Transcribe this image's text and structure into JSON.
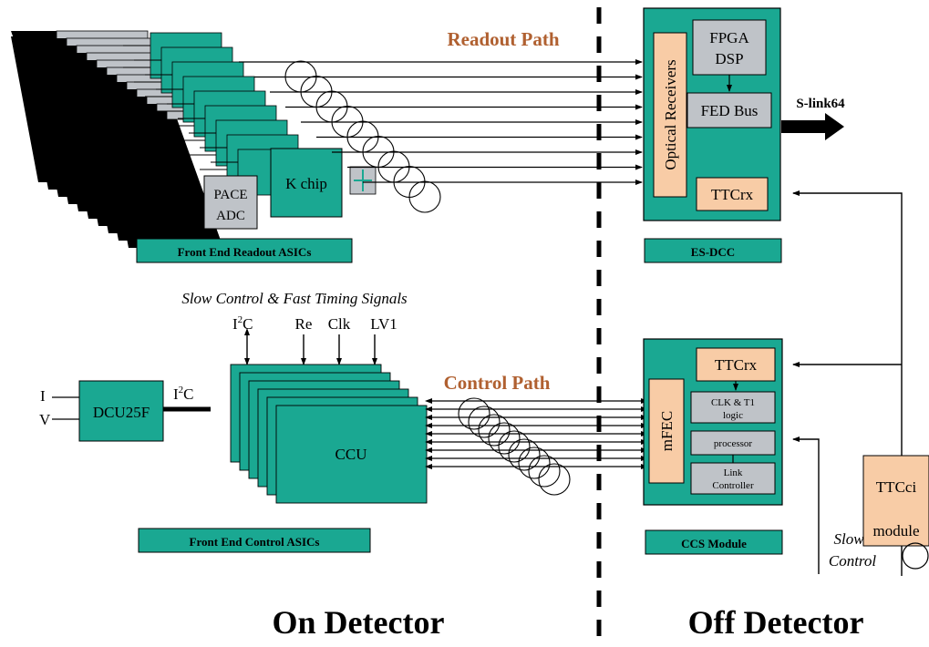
{
  "colors": {
    "teal": "#1aa892",
    "peach": "#f8cca6",
    "gray": "#bfc3c8",
    "brown": "#b06030",
    "black": "#000000"
  },
  "top": {
    "readout_path": "Readout Path",
    "pace": "PACE",
    "adc": "ADC",
    "kchip": "K chip",
    "front_end_readout_label": "Front End Readout ASICs"
  },
  "esdcc": {
    "optical_receivers": "Optical Receivers",
    "fpga": "FPGA",
    "dsp": "DSP",
    "fed_bus": "FED Bus",
    "ttcrx": "TTCrx",
    "slink": "S-link64",
    "label": "ES-DCC"
  },
  "control": {
    "slow_control_fast_timing": "Slow Control & Fast Timing Signals",
    "signals": {
      "i2c_i": "I",
      "i2c_2": "2",
      "i2c_c": "C",
      "re": "Re",
      "clk": "Clk",
      "lv1": "LV1"
    },
    "control_path": "Control Path",
    "ccu": "CCU",
    "dcu": "DCU25F",
    "dcu_i": "I",
    "dcu_v": "V",
    "dcu_out_i": "I",
    "dcu_out_2": "2",
    "dcu_out_c": "C",
    "front_end_control_label": "Front End Control ASICs"
  },
  "ccs": {
    "ttcrx": "TTCrx",
    "mfec": "mFEC",
    "clk_t1_line1": "CLK & T1",
    "clk_t1_line2": "logic",
    "processor": "processor",
    "link_line1": "Link",
    "link_line2": "Controller",
    "label": "CCS Module"
  },
  "ttcci": {
    "line1": "TTCci",
    "line2": "module",
    "slow": "Slow",
    "control": "Control"
  },
  "bottom": {
    "on_detector": "On Detector",
    "off_detector": "Off Detector"
  }
}
